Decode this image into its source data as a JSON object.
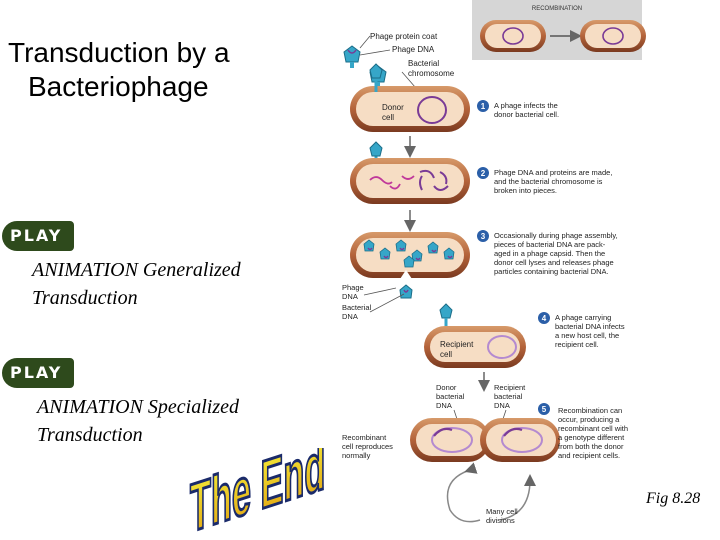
{
  "title": {
    "line1": "Transduction by a",
    "line2": "Bacteriophage"
  },
  "play_buttons": [
    {
      "label": "PLAY",
      "caption_line1": "ANIMATION Generalized",
      "caption_line2": "Transduction"
    },
    {
      "label": "PLAY",
      "caption_line1": "ANIMATION Specialized",
      "caption_line2": "Transduction"
    }
  ],
  "the_end": "The End",
  "figure_label": "Fig 8.28",
  "figure": {
    "recombination_header": "RECOMBINATION",
    "labels": {
      "phage_protein_coat": "Phage protein coat",
      "phage_dna": "Phage DNA",
      "bacterial_chromosome_1": "Bacterial",
      "bacterial_chromosome_2": "chromosome",
      "donor_cell_1": "Donor",
      "donor_cell_2": "cell",
      "side_phage": "Phage",
      "side_dna": "DNA",
      "side_bacterial": "Bacterial",
      "side_dna2": "DNA",
      "recipient_cell_1": "Recipient",
      "recipient_cell_2": "cell",
      "donor_bacterial_dna_1": "Donor",
      "donor_bacterial_dna_2": "bacterial",
      "donor_bacterial_dna_3": "DNA",
      "recipient_bacterial_dna_1": "Recipient",
      "recipient_bacterial_dna_2": "bacterial",
      "recipient_bacterial_dna_3": "DNA",
      "recombinant_1": "Recombinant",
      "recombinant_2": "cell reproduces",
      "recombinant_3": "normally",
      "many_cell_1": "Many cell",
      "many_cell_2": "divisions"
    },
    "steps": [
      {
        "num": "1",
        "lines": [
          "A phage infects the",
          "donor bacterial cell."
        ]
      },
      {
        "num": "2",
        "lines": [
          "Phage DNA and proteins are made,",
          "and the bacterial chromosome is",
          "broken into pieces."
        ]
      },
      {
        "num": "3",
        "lines": [
          "Occasionally during phage assembly,",
          "pieces of bacterial DNA are pack-",
          "aged in a phage capsid. Then the",
          "donor cell lyses and releases phage",
          "particles containing bacterial DNA."
        ]
      },
      {
        "num": "4",
        "lines": [
          "A phage carrying",
          "bacterial DNA infects",
          "a new host cell, the",
          "recipient cell."
        ]
      },
      {
        "num": "5",
        "lines": [
          "Recombination can",
          "occur, producing a",
          "recombinant cell with",
          "a genotype different",
          "from both the donor",
          "and recipient cells."
        ]
      }
    ]
  },
  "colors": {
    "accent_blue": "#2b5fa8",
    "cell_fill": "#f6ddc4",
    "cell_wall": "#8a4a2e",
    "dna_purple": "#7a3b96",
    "play_green": "#2e4a1c",
    "phage_cyan": "#36a6c8"
  }
}
